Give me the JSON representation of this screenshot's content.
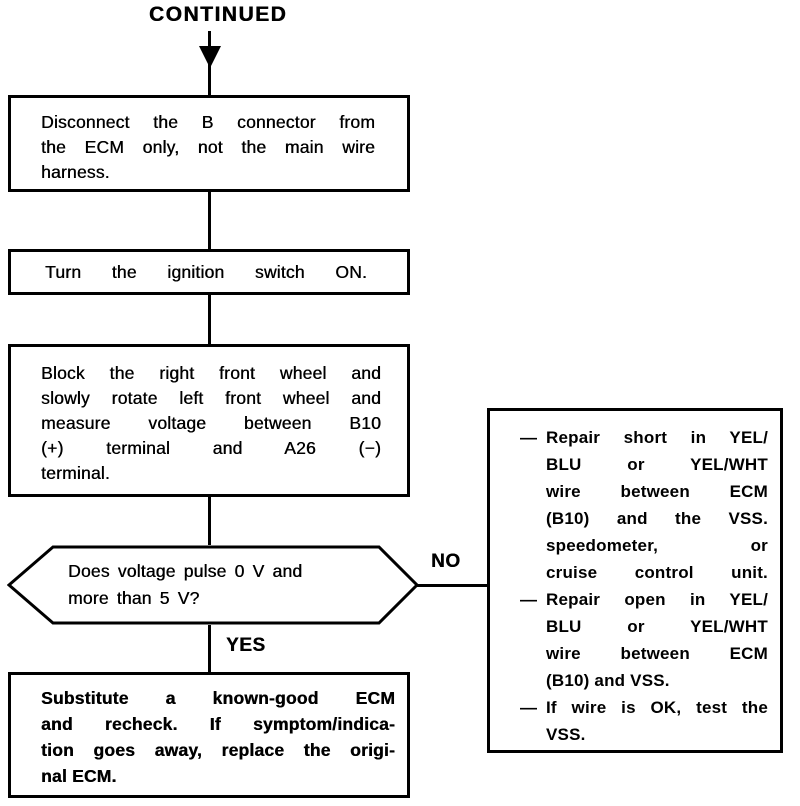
{
  "colors": {
    "ink": "#000000",
    "paper": "#ffffff"
  },
  "flow": {
    "continued_label": "CONTINUED",
    "step_disconnect": {
      "lines": [
        "Disconnect the B connector from",
        "the ECM only, not the main wire",
        "harness."
      ]
    },
    "step_ignition": {
      "lines": [
        "Turn the ignition switch ON."
      ]
    },
    "step_block_wheel": {
      "lines": [
        "Block the right front wheel and",
        "slowly rotate left front wheel and",
        "measure voltage between B10",
        "(+) terminal and A26 (−)",
        "terminal."
      ]
    },
    "decision_pulse": {
      "lines": [
        "Does voltage pulse 0 V and",
        "more than 5 V?"
      ],
      "no_label": "NO",
      "yes_label": "YES"
    },
    "step_substitute": {
      "lines": [
        "Substitute a known-good ECM",
        "and recheck. If symptom/indica-",
        "tion goes away, replace the origi-",
        "nal ECM."
      ]
    },
    "result_repair": {
      "bullets": [
        {
          "marker": "—",
          "lines": [
            "Repair short in YEL/",
            "BLU or YEL/WHT",
            "wire between ECM",
            "(B10) and the VSS.",
            "speedometer, or",
            "cruise control unit."
          ]
        },
        {
          "marker": "—",
          "lines": [
            "Repair open in YEL/",
            "BLU or YEL/WHT",
            "wire between ECM",
            "(B10) and VSS."
          ]
        },
        {
          "marker": "—",
          "lines": [
            "If wire is OK, test the",
            "VSS."
          ]
        }
      ]
    }
  }
}
